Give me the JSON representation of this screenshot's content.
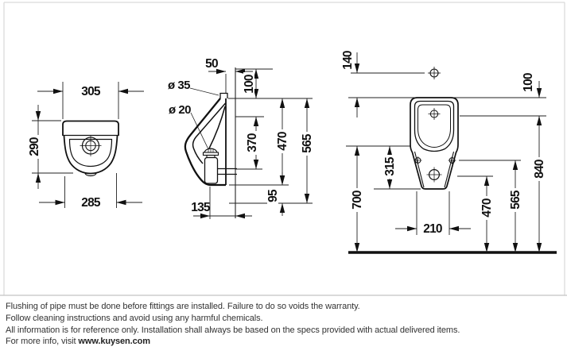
{
  "colors": {
    "line": "#111111",
    "frame": "#d9d9d9",
    "footer_text": "#333333"
  },
  "front_view": {
    "dim_width_top": "305",
    "dim_height": "290",
    "dim_width_bottom": "285"
  },
  "side_view": {
    "dim_wall_offset": "50",
    "label_inlet_diameter": "ø 35",
    "label_drain_diameter": "ø 20",
    "dim_inlet_drop": "100",
    "dim_outlet_center_drop": "370",
    "dim_body_bottom_drop": "470",
    "dim_total_drop": "565",
    "dim_base_depth": "135",
    "dim_outlet_clearance": "95"
  },
  "installation_view": {
    "dim_hanger_above_rim": "140",
    "dim_inlet_below_rim": "100",
    "dim_side_fix_drop": "315",
    "dim_mid_height": "700",
    "dim_base_width": "210",
    "dim_outlet_height": "470",
    "dim_side_fix_height": "565",
    "dim_rim_height": "840"
  },
  "footer": {
    "line1": "Flushing of pipe must be done before fittings are installed. Failure to do so voids the warranty.",
    "line2": "Follow cleaning instructions and avoid using any harmful chemicals.",
    "line3": "All information is for reference only. Installation shall always be based on the specs provided with actual delivered items.",
    "line4_prefix": "For more info, visit ",
    "line4_link": "www.kuysen.com"
  }
}
